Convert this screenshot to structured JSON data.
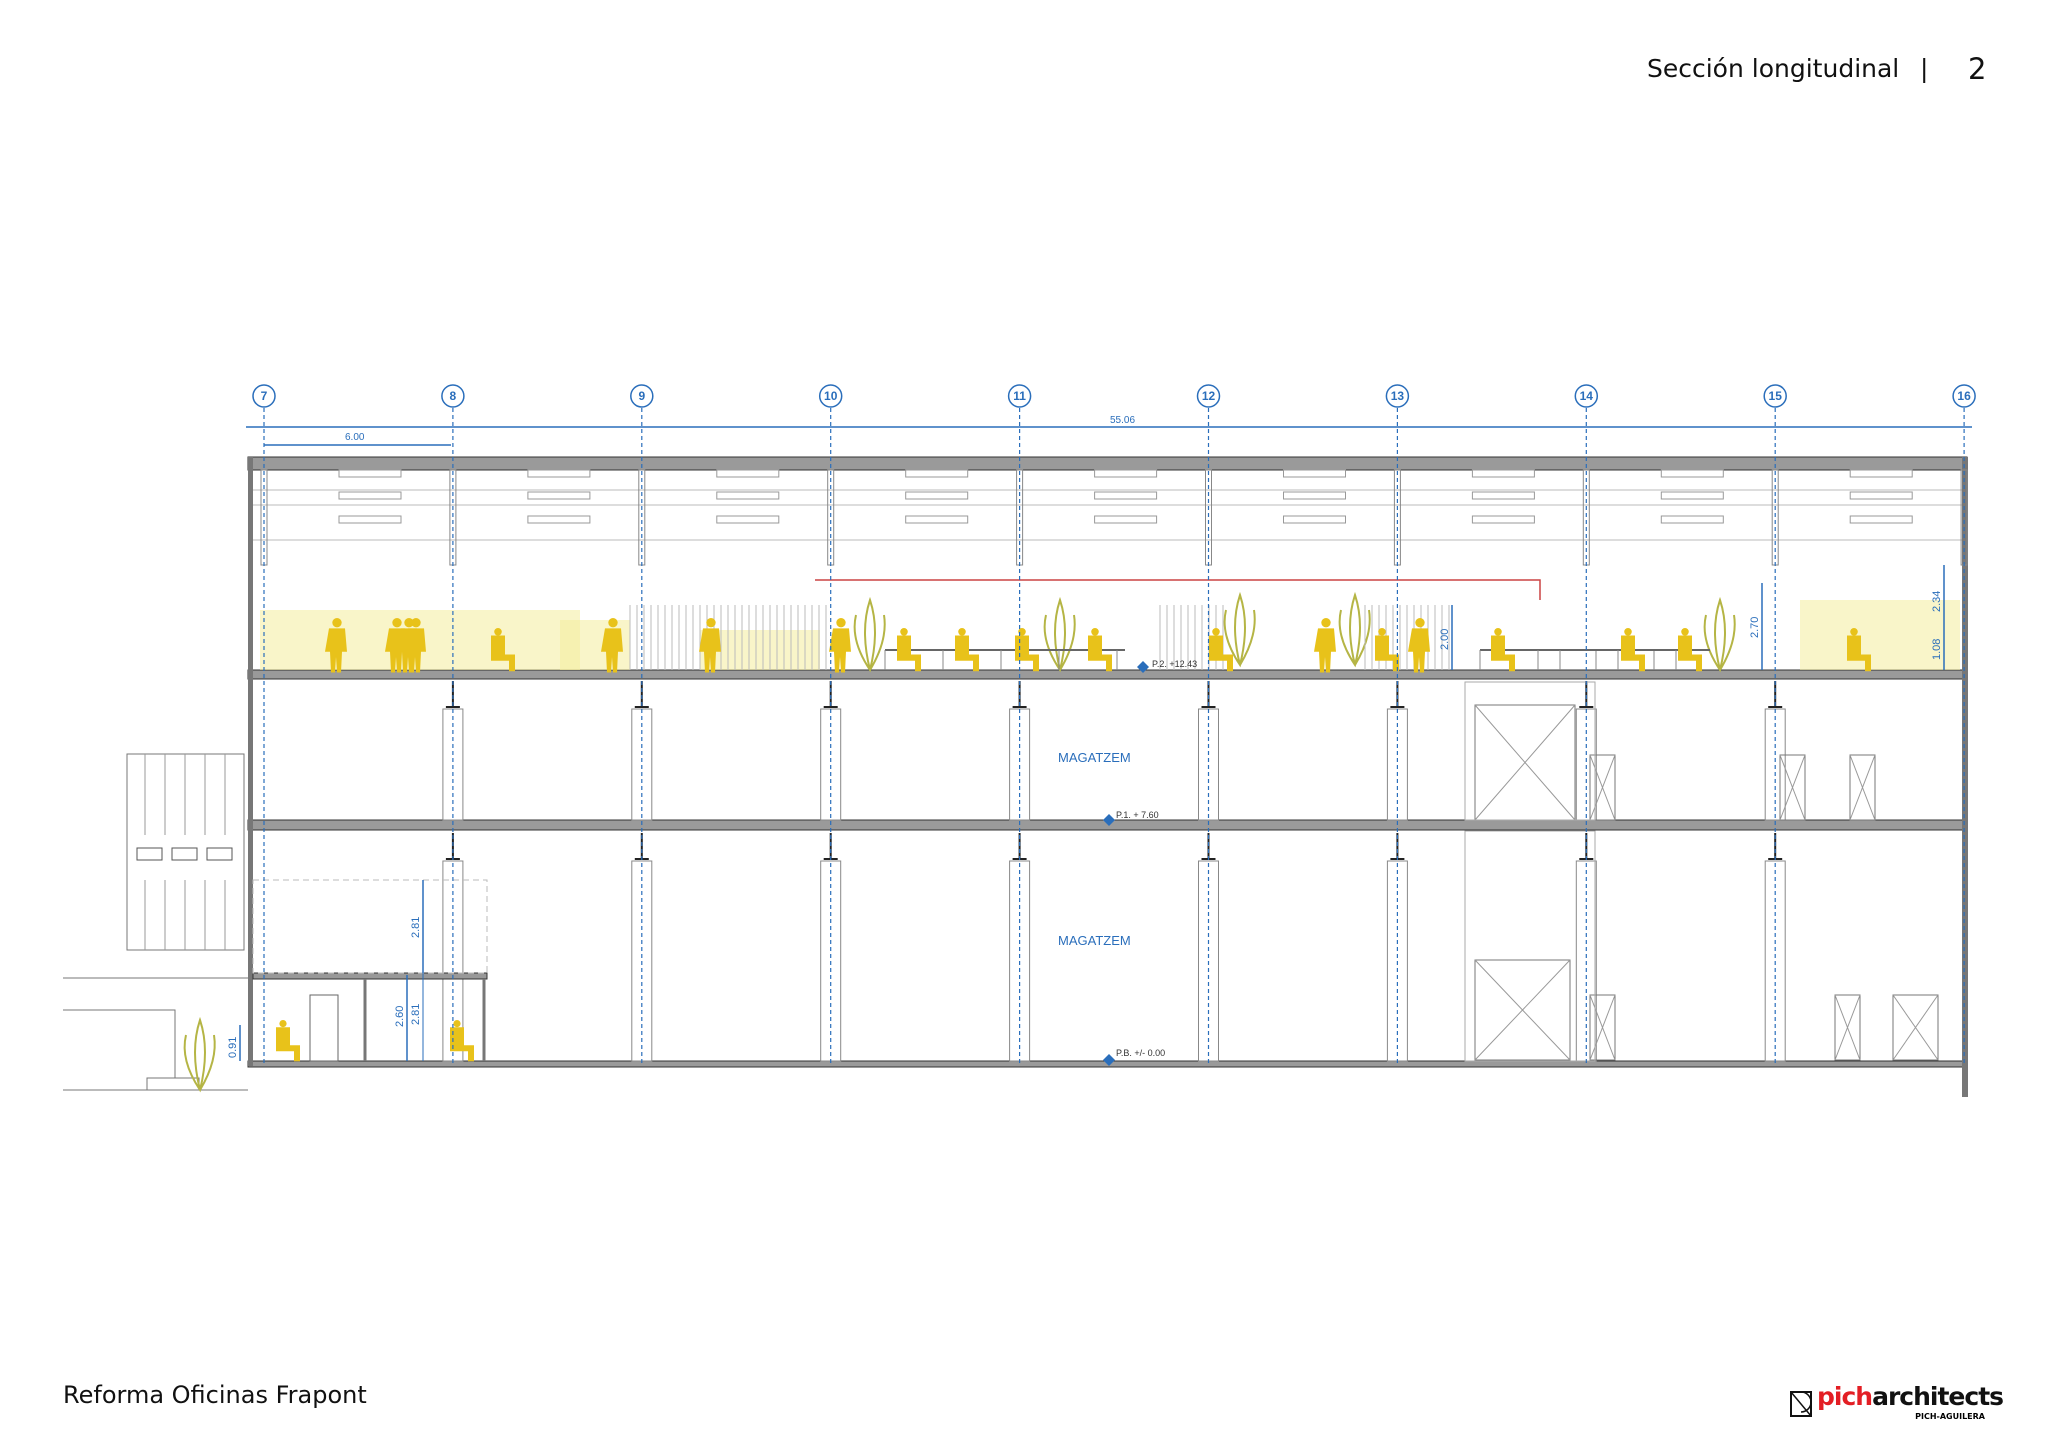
{
  "header": {
    "title": "Sección longitudinal",
    "separator": "|",
    "page_number": "2"
  },
  "footer": {
    "project": "Reforma Oficinas Frapont"
  },
  "logo": {
    "brand_red": "pich",
    "brand_black": "architects",
    "subtitle": "PICH-AGUILERA"
  },
  "drawing": {
    "grid_axes": [
      "7",
      "8",
      "9",
      "10",
      "11",
      "12",
      "13",
      "14",
      "15",
      "16"
    ],
    "dimensions": {
      "overall": "55.06",
      "bay": "6.00",
      "upper_desk": "2.00",
      "upper_height": "2.70",
      "facade_upper": "2.34",
      "facade_lower": "1.08",
      "annex_upper": "2.81",
      "annex_total": "2.81",
      "annex_clear": "2.60",
      "sill": "0.91"
    },
    "levels": {
      "p2": "P.2. +12.43",
      "p1": "P.1. + 7.60",
      "pb": "P.B. +/- 0.00"
    },
    "rooms": {
      "first_floor": "MAGATZEM",
      "ground_floor": "MAGATZEM"
    }
  },
  "colors": {
    "annotation": "#2a6ebb",
    "people": "#e8c21a",
    "structure": "#555555",
    "brand_red": "#e31e24"
  }
}
